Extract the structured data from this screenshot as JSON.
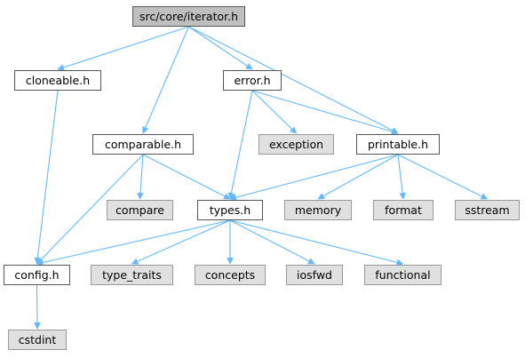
{
  "diagram": {
    "edge_color": "#63b8ff",
    "nodes": {
      "iterator": {
        "label": "src/core/iterator.h",
        "kind": "focus"
      },
      "cloneable": {
        "label": "cloneable.h",
        "kind": "file"
      },
      "error": {
        "label": "error.h",
        "kind": "file"
      },
      "comparable": {
        "label": "comparable.h",
        "kind": "file"
      },
      "exception": {
        "label": "exception",
        "kind": "sys"
      },
      "printable": {
        "label": "printable.h",
        "kind": "file"
      },
      "compare": {
        "label": "compare",
        "kind": "sys"
      },
      "types": {
        "label": "types.h",
        "kind": "file"
      },
      "memory": {
        "label": "memory",
        "kind": "sys"
      },
      "format": {
        "label": "format",
        "kind": "sys"
      },
      "sstream": {
        "label": "sstream",
        "kind": "sys"
      },
      "config": {
        "label": "config.h",
        "kind": "file"
      },
      "type_traits": {
        "label": "type_traits",
        "kind": "sys"
      },
      "concepts": {
        "label": "concepts",
        "kind": "sys"
      },
      "iosfwd": {
        "label": "iosfwd",
        "kind": "sys"
      },
      "functional": {
        "label": "functional",
        "kind": "sys"
      },
      "cstdint": {
        "label": "cstdint",
        "kind": "sys"
      }
    },
    "edges": [
      [
        "iterator",
        "cloneable"
      ],
      [
        "iterator",
        "comparable"
      ],
      [
        "iterator",
        "error"
      ],
      [
        "iterator",
        "printable"
      ],
      [
        "cloneable",
        "config"
      ],
      [
        "error",
        "exception"
      ],
      [
        "error",
        "printable"
      ],
      [
        "error",
        "types"
      ],
      [
        "comparable",
        "compare"
      ],
      [
        "comparable",
        "types"
      ],
      [
        "comparable",
        "config"
      ],
      [
        "printable",
        "types"
      ],
      [
        "printable",
        "memory"
      ],
      [
        "printable",
        "format"
      ],
      [
        "printable",
        "sstream"
      ],
      [
        "types",
        "config"
      ],
      [
        "types",
        "type_traits"
      ],
      [
        "types",
        "concepts"
      ],
      [
        "types",
        "iosfwd"
      ],
      [
        "types",
        "functional"
      ],
      [
        "config",
        "cstdint"
      ]
    ]
  }
}
